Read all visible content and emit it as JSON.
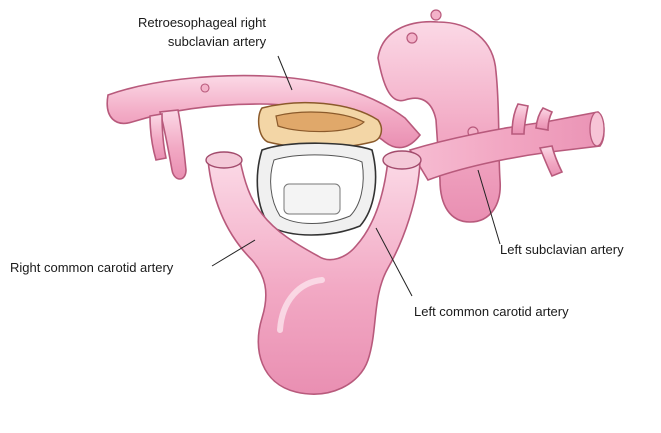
{
  "diagram": {
    "labels": {
      "retroesophageal_line1": "Retroesophageal right",
      "retroesophageal_line2": "subclavian artery",
      "right_common_carotid": "Right common carotid artery",
      "left_subclavian": "Left subclavian artery",
      "left_common_carotid": "Left common carotid artery"
    },
    "colors": {
      "vessel_fill": "#f2a9c4",
      "vessel_highlight": "#fbd9e6",
      "vessel_outline": "#b85a7c",
      "esophagus_wall": "#e0a86a",
      "esophagus_lining": "#f3d6a6",
      "trachea_ring": "#e6e6e6",
      "label_text": "#1a1a1a"
    }
  }
}
